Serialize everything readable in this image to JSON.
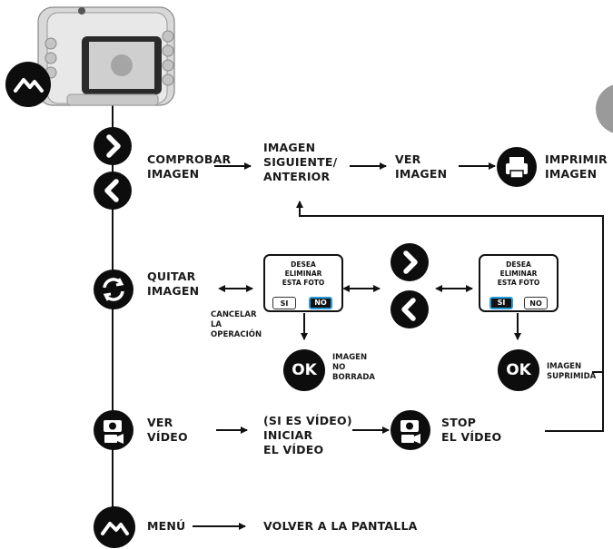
{
  "rows": {
    "review": {
      "label": [
        "COMPROBAR",
        "IMAGEN"
      ],
      "next": [
        "IMAGEN",
        "SIGUIENTE/",
        "ANTERIOR"
      ],
      "view": [
        "VER",
        "IMAGEN"
      ],
      "print": [
        "IMPRIMIR",
        "IMAGEN"
      ]
    },
    "delete": {
      "label": [
        "QUITAR",
        "IMAGEN"
      ],
      "cancel": [
        "CANCELAR",
        "LA",
        "OPERACIÓN"
      ],
      "dialog_left": {
        "question": [
          "DESEA",
          "ELIMINAR",
          "ESTA FOTO"
        ],
        "yes": "SI",
        "no": "NO",
        "selected": "no"
      },
      "dialog_right": {
        "question": [
          "DESEA",
          "ELIMINAR",
          "ESTA FOTO"
        ],
        "yes": "SI",
        "no": "NO",
        "selected": "yes"
      },
      "ok_left": {
        "button": "OK",
        "caption": [
          "IMAGEN",
          "NO",
          "BORRADA"
        ]
      },
      "ok_right": {
        "button": "OK",
        "caption": [
          "IMAGEN",
          "SUPRIMIDA"
        ]
      }
    },
    "video": {
      "label": [
        "VER",
        "VÍDEO"
      ],
      "start": [
        "(SI ES VÍDEO)",
        "INICIAR",
        "EL VÍDEO"
      ],
      "stop": [
        "STOP",
        "EL VÍDEO"
      ]
    },
    "menu": {
      "label": "MENÚ",
      "target": "VOLVER A LA PANTALLA"
    }
  },
  "icons": [
    "mountain-icon",
    "chevron-right-icon",
    "chevron-left-icon",
    "printer-icon",
    "delete-cycle-icon",
    "video-camera-icon",
    "ok-button"
  ],
  "colors": {
    "icon_fill": "#0d0d0d",
    "selected_border": "#2b9bd8",
    "tab": "#9a9a9a"
  }
}
